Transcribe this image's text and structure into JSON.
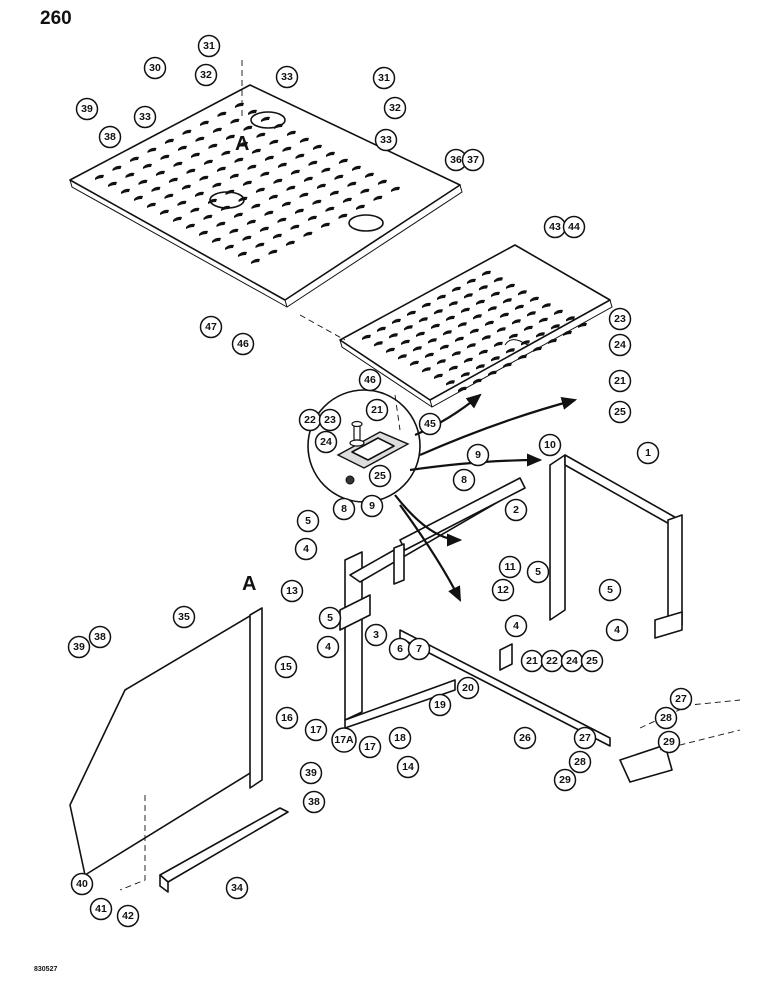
{
  "page": {
    "number": "260",
    "drawing_code": "830527"
  },
  "section_marks": [
    "A",
    "A"
  ],
  "callouts": [
    {
      "id": "c31a",
      "label": "31"
    },
    {
      "id": "c30",
      "label": "30"
    },
    {
      "id": "c32a",
      "label": "32"
    },
    {
      "id": "c33a",
      "label": "33"
    },
    {
      "id": "c33b",
      "label": "33"
    },
    {
      "id": "c31b",
      "label": "31"
    },
    {
      "id": "c32b",
      "label": "32"
    },
    {
      "id": "c33c",
      "label": "33"
    },
    {
      "id": "c39a",
      "label": "39"
    },
    {
      "id": "c38a",
      "label": "38"
    },
    {
      "id": "c36",
      "label": "36"
    },
    {
      "id": "c37",
      "label": "37"
    },
    {
      "id": "c43",
      "label": "43"
    },
    {
      "id": "c44",
      "label": "44"
    },
    {
      "id": "c23a",
      "label": "23"
    },
    {
      "id": "c24a",
      "label": "24"
    },
    {
      "id": "c21a",
      "label": "21"
    },
    {
      "id": "c25a",
      "label": "25"
    },
    {
      "id": "c47",
      "label": "47"
    },
    {
      "id": "c46a",
      "label": "46"
    },
    {
      "id": "c46b",
      "label": "46"
    },
    {
      "id": "c45",
      "label": "45"
    },
    {
      "id": "c22a",
      "label": "22"
    },
    {
      "id": "c23b",
      "label": "23"
    },
    {
      "id": "c21b",
      "label": "21"
    },
    {
      "id": "c24b",
      "label": "24"
    },
    {
      "id": "c25b",
      "label": "25"
    },
    {
      "id": "c10",
      "label": "10"
    },
    {
      "id": "c9a",
      "label": "9"
    },
    {
      "id": "c8a",
      "label": "8"
    },
    {
      "id": "c1",
      "label": "1"
    },
    {
      "id": "c2",
      "label": "2"
    },
    {
      "id": "c8b",
      "label": "8"
    },
    {
      "id": "c9b",
      "label": "9"
    },
    {
      "id": "c5a",
      "label": "5"
    },
    {
      "id": "c4a",
      "label": "4"
    },
    {
      "id": "c11",
      "label": "11"
    },
    {
      "id": "c12",
      "label": "12"
    },
    {
      "id": "c5b",
      "label": "5"
    },
    {
      "id": "c4b",
      "label": "4"
    },
    {
      "id": "c5c",
      "label": "5"
    },
    {
      "id": "c4c",
      "label": "4"
    },
    {
      "id": "c13",
      "label": "13"
    },
    {
      "id": "c5d",
      "label": "5"
    },
    {
      "id": "c3",
      "label": "3"
    },
    {
      "id": "c6",
      "label": "6"
    },
    {
      "id": "c7",
      "label": "7"
    },
    {
      "id": "c4d",
      "label": "4"
    },
    {
      "id": "c21c",
      "label": "21"
    },
    {
      "id": "c22b",
      "label": "22"
    },
    {
      "id": "c24c",
      "label": "24"
    },
    {
      "id": "c25c",
      "label": "25"
    },
    {
      "id": "c35",
      "label": "35"
    },
    {
      "id": "c39b",
      "label": "39"
    },
    {
      "id": "c38b",
      "label": "38"
    },
    {
      "id": "c15",
      "label": "15"
    },
    {
      "id": "c16",
      "label": "16"
    },
    {
      "id": "c17a",
      "label": "17"
    },
    {
      "id": "c20",
      "label": "20"
    },
    {
      "id": "c19",
      "label": "19"
    },
    {
      "id": "c17A",
      "label": "17A"
    },
    {
      "id": "c17b",
      "label": "17"
    },
    {
      "id": "c18",
      "label": "18"
    },
    {
      "id": "c14",
      "label": "14"
    },
    {
      "id": "c26",
      "label": "26"
    },
    {
      "id": "c27a",
      "label": "27"
    },
    {
      "id": "c28a",
      "label": "28"
    },
    {
      "id": "c29a",
      "label": "29"
    },
    {
      "id": "c27b",
      "label": "27"
    },
    {
      "id": "c28b",
      "label": "28"
    },
    {
      "id": "c29b",
      "label": "29"
    },
    {
      "id": "c39c",
      "label": "39"
    },
    {
      "id": "c38c",
      "label": "38"
    },
    {
      "id": "c34",
      "label": "34"
    },
    {
      "id": "c40",
      "label": "40"
    },
    {
      "id": "c41",
      "label": "41"
    },
    {
      "id": "c42",
      "label": "42"
    }
  ]
}
